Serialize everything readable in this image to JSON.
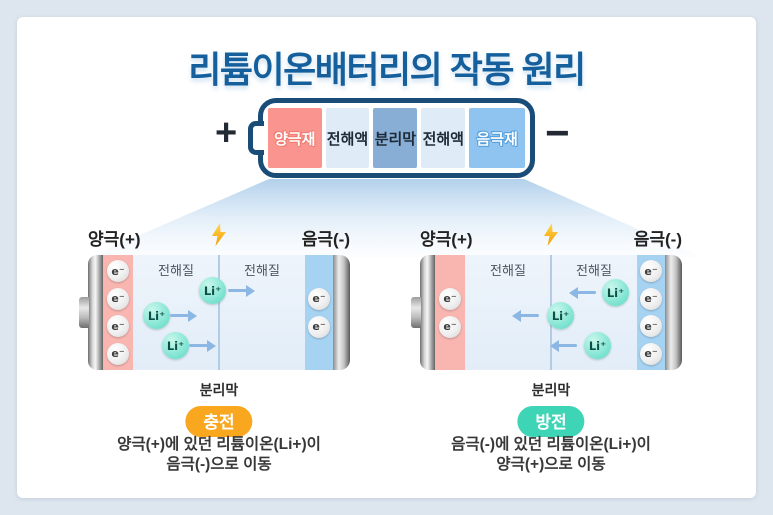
{
  "title": "리튬이온배터리의 작동 원리",
  "top_battery": {
    "plus": "+",
    "minus": "−",
    "segments": [
      {
        "label": "양극재",
        "role": "cathode-material",
        "color": "#f9958e"
      },
      {
        "label": "전해액",
        "role": "electrolyte",
        "color": "#dfebf7"
      },
      {
        "label": "분리막",
        "role": "separator",
        "color": "#88aed6"
      },
      {
        "label": "전해액",
        "role": "electrolyte",
        "color": "#dfebf7"
      },
      {
        "label": "음극재",
        "role": "anode-material",
        "color": "#8fc4f0"
      }
    ]
  },
  "symbols": {
    "electron": "e⁻",
    "ion": "Li⁺",
    "bolt_icon": "lightning-bolt"
  },
  "charge": {
    "positive_label": "양극(+)",
    "negative_label": "음극(-)",
    "electrolyte_label": "전해질",
    "separator_label": "분리막",
    "badge": "충전",
    "badge_color": "#f8a71e",
    "desc_line1": "양극(+)에 있던 리튬이온(Li+)이",
    "desc_line2": "음극(-)으로 이동",
    "ion_direction": "right",
    "electrons_positive_side": 4,
    "electrons_negative_side": 2,
    "ions_moving": 3
  },
  "discharge": {
    "positive_label": "양극(+)",
    "negative_label": "음극(-)",
    "electrolyte_label": "전해질",
    "separator_label": "분리막",
    "badge": "방전",
    "badge_color": "#3dd5b6",
    "desc_line1": "음극(-)에 있던 리튬이온(Li+)이",
    "desc_line2": "양극(+)으로 이동",
    "ion_direction": "left",
    "electrons_positive_side": 2,
    "electrons_negative_side": 4,
    "ions_moving": 3
  },
  "colors": {
    "title_blue": "#15609c",
    "battery_border_navy": "#1a4c78",
    "cathode_strip": "#f9b6b1",
    "anode_strip": "#a7d3f3",
    "ion_teal": "#7fe4d2",
    "arrow_blue": "#8cb6e3",
    "badge_charge": "#f8a71e",
    "badge_discharge": "#3dd5b6",
    "page_background": "#dde5ee"
  }
}
